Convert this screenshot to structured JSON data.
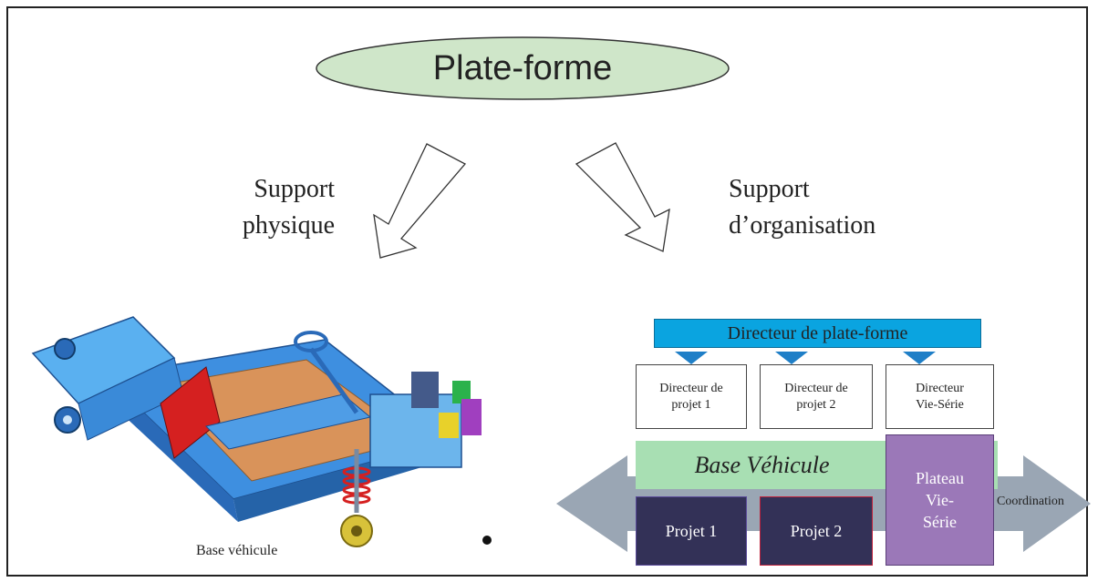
{
  "diagram": {
    "title": "Plate-forme",
    "branches": [
      {
        "label_line1": "Support",
        "label_line2": "physique"
      },
      {
        "label_line1": "Support",
        "label_line2": "d’organisation"
      }
    ],
    "left_caption": "Base véhicule",
    "org": {
      "top_director": "Directeur de plate-forme",
      "directors": [
        {
          "line1": "Directeur de",
          "line2": "projet 1"
        },
        {
          "line1": "Directeur de",
          "line2": "projet 2"
        },
        {
          "line1": "Directeur",
          "line2": "Vie-Série"
        }
      ],
      "base": "Base Véhicule",
      "projects": [
        "Projet 1",
        "Projet 2"
      ],
      "plateau": {
        "line1": "Plateau",
        "line2": "Vie-",
        "line3": "Série"
      },
      "coordination": "Coordination"
    },
    "colors": {
      "ellipse_fill": "#cfe6c9",
      "top_director_fill": "#0aa4e0",
      "base_fill": "#a8dfb3",
      "project_fill": "#333157",
      "plateau_fill": "#9b78b8",
      "arrow_fill": "#9aa6b4"
    }
  }
}
